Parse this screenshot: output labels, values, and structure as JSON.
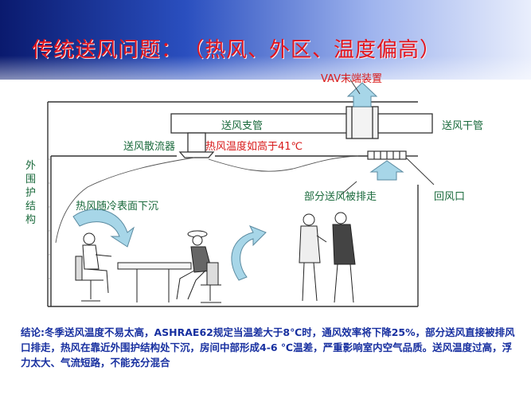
{
  "slide": {
    "title": "传统送风问题：　（热风、外区、温度偏高）",
    "colors": {
      "title": "#e0141e",
      "label": "#1a6a3c",
      "alert": "#d81a1a",
      "conclusion": "#1830a0",
      "arrow": "#9fd0e4"
    }
  },
  "diagram": {
    "vav_label": "VAV末端装置",
    "branch_duct_label": "送风支管",
    "main_duct_label": "送风干管",
    "diffuser_label": "送风散流器",
    "hot_air_temp_label": "热风温度如高于41℃",
    "envelope_label": "外围护结构",
    "downdraft_label": "热风随冷表面下沉",
    "exhaust_label": "部分送风被排走",
    "return_label": "回风口"
  },
  "conclusion": {
    "text": "结论:冬季送风温度不易太高，ASHRAE62规定当温差大于8℃时，通风效率将下降25%，部分送风直接被排风口排走，热风在靠近外围护结构处下沉，房间中部形成4-6 ℃温差，严重影响室内空气品质。送风温度过高，浮力太大、气流短路，不能充分混合"
  }
}
